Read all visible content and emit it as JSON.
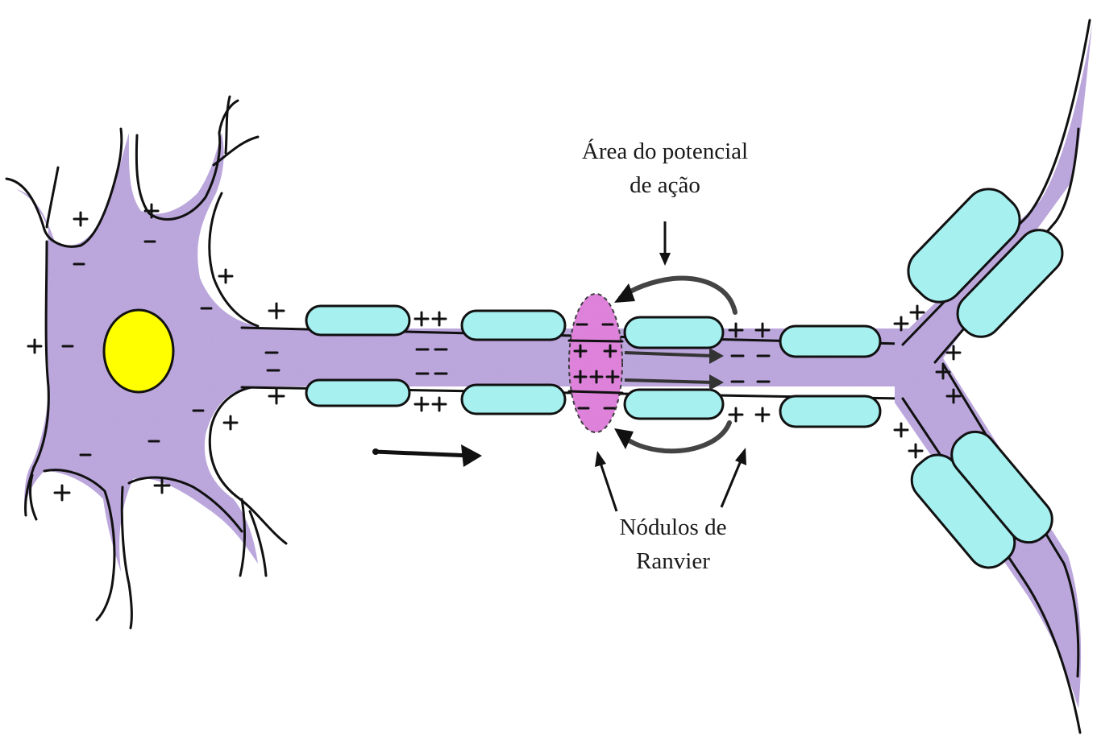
{
  "labels": {
    "action_potential_area_line1": "Área do potencial",
    "action_potential_area_line2": "de ação",
    "nodes_line1": "Nódulos de",
    "nodes_line2": "Ranvier"
  },
  "colors": {
    "cytoplasm": "#b9a3db",
    "nucleus": "#ffff00",
    "myelin": "#a6f0f0",
    "action_potential": "#e27ad9",
    "outline": "#111111"
  }
}
